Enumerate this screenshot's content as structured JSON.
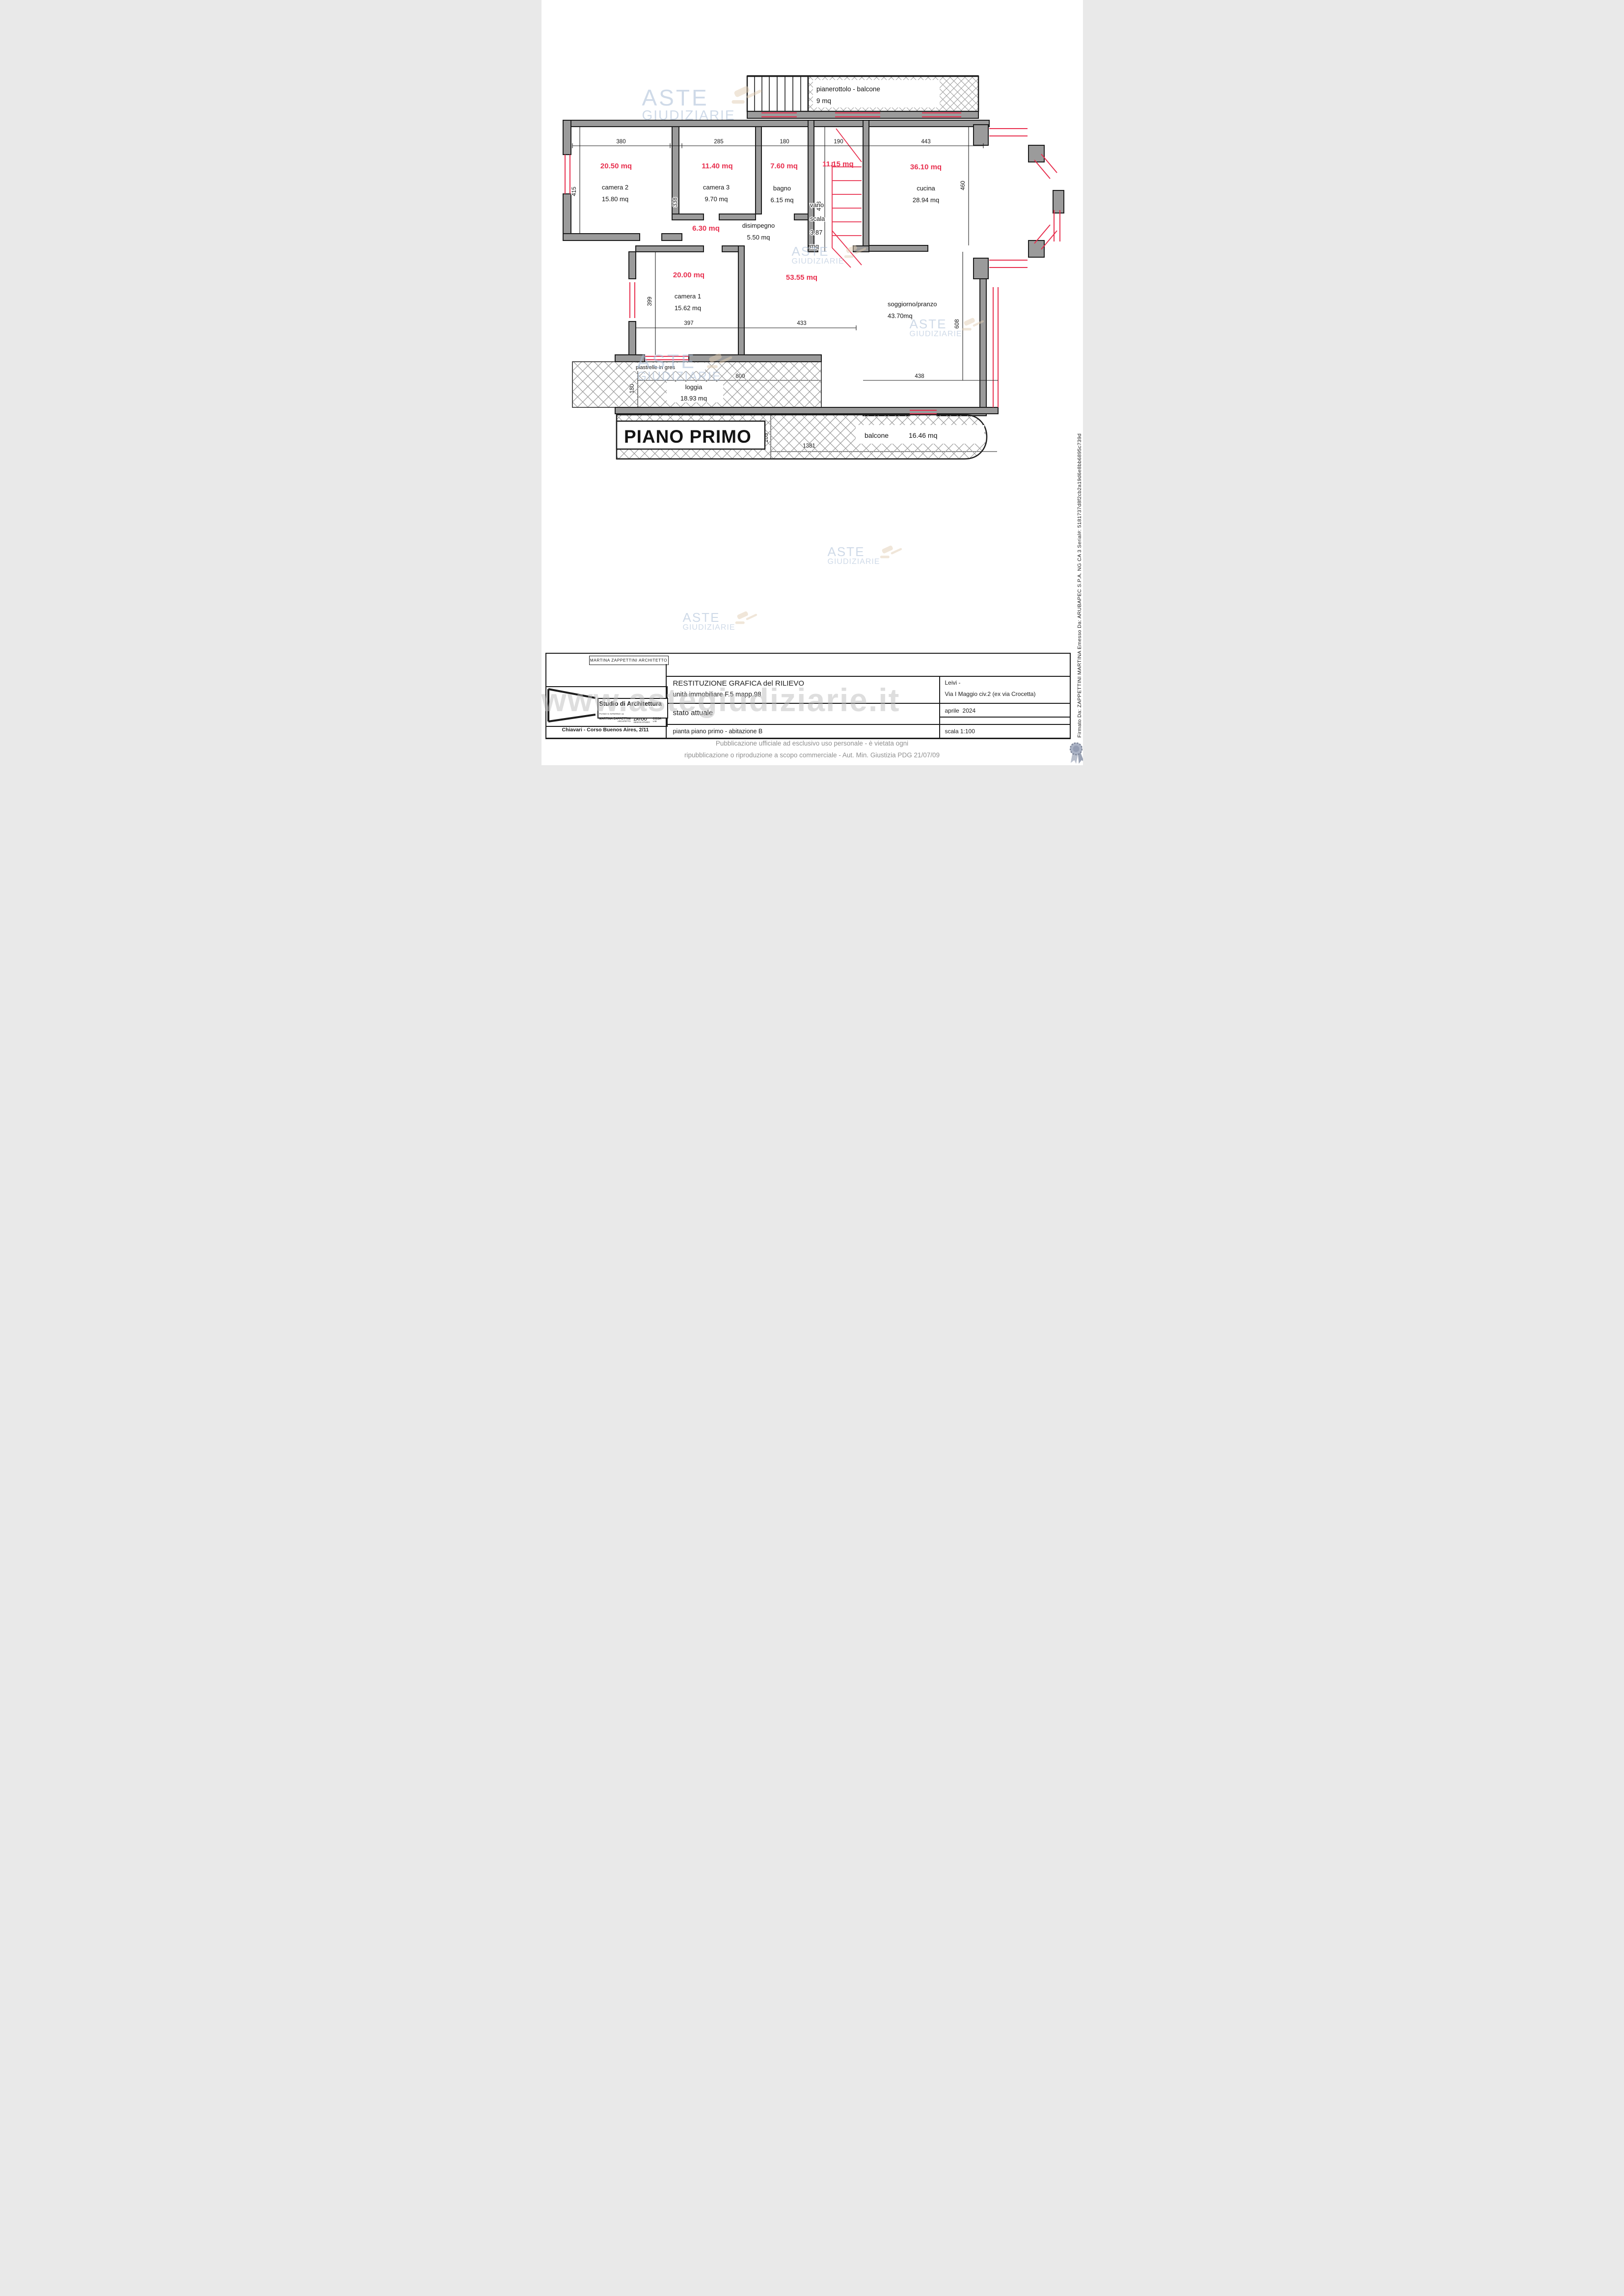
{
  "plan": {
    "floor_label": "PIANO PRIMO",
    "rooms": {
      "pianerottolo": {
        "label": "pianerottolo - balcone",
        "area": "9 mq"
      },
      "camera2": {
        "red": "20.50 mq",
        "label": "camera 2",
        "area": "15.80 mq"
      },
      "camera3": {
        "red": "11.40 mq",
        "label": "camera 3",
        "area": "9.70 mq"
      },
      "bagno": {
        "red": "7.60 mq",
        "label": "bagno",
        "area": "6.15 mq"
      },
      "vano_scala": {
        "red": "11.15 mq",
        "l1": "vano",
        "l2": "scala",
        "l3": "3.87",
        "l4": "mq"
      },
      "cucina": {
        "red": "36.10 mq",
        "label": "cucina",
        "area": "28.94 mq"
      },
      "disimpegno": {
        "red": "6.30 mq",
        "label": "disimpegno",
        "area": "5.50 mq"
      },
      "camera1": {
        "red": "20.00 mq",
        "label": "camera 1",
        "area": "15.62 mq"
      },
      "soggiorno": {
        "red": "53.55 mq",
        "label": "soggiorno/pranzo",
        "area": "43.70mq"
      },
      "loggia": {
        "note": "piastrelle in gres",
        "label": "loggia",
        "area": "18.93 mq"
      },
      "balcone": {
        "label": "balcone",
        "area": "16.46 mq"
      }
    },
    "dims": {
      "w_camera2": "380",
      "w_camera3": "285",
      "w_bagno": "180",
      "w_vano": "190",
      "w_cucina": "443",
      "h_camera2": "415",
      "h_camera3": "338",
      "h_vano": "463",
      "h_cucina": "460",
      "h_camera1": "399",
      "w_camera1": "397",
      "w_span": "433",
      "h_soggiorno": "608",
      "h_loggia": "180",
      "w_loggia": "800",
      "w_soggiorno": "438",
      "h_balcone": "105",
      "w_balcone": "1381"
    }
  },
  "title_block": {
    "architect_header": "MARTINA ZAPPETTINI ARCHITETTO",
    "logo": {
      "studio": "Studio di Architettura",
      "studio_sub": "PIANO 5 INTERNO 11",
      "name": "MARTINA ZAPPETTINI",
      "role": "ARCHITETTO",
      "zatoo": "ZATOO",
      "zatoo_sub": "DESIGN STUDIO",
      "cosa": "COSA",
      "cosa_sub": "LAB"
    },
    "address": "Chiavari - Corso Buenos Aires, 2/11",
    "doc_title": "RESTITUZIONE GRAFICA del RILIEVO",
    "doc_subtitle": "unità immobiliare F.5 mapp.98",
    "doc_state": "stato attuale",
    "doc_sheet": "pianta piano primo - abitazione B",
    "location_line1": "Leivi -",
    "location_line2": "Via I Maggio civ.2 (ex via Crocetta)",
    "date": "aprile  2024",
    "scale": "scala 1:100"
  },
  "footer": {
    "line1": "Pubblicazione ufficiale ad esclusivo uso personale - è vietata ogni",
    "line2": "ripubblicazione o riproduzione a scopo commerciale - Aut. Min. Giustizia PDG 21/07/09"
  },
  "signature": "Firmato Da: ZAPPETTINI MARTINA Emesso Da: ARUBAPEC S.P.A. NG CA 3 Serial#: 5181737d8f2cb2a19d6e8bb6895c739d",
  "watermark": {
    "aste": "ASTE",
    "giudiziarie": "GIUDIZIARIE",
    "url": "www.astegiudiziarie.it"
  },
  "colors": {
    "accent_red": "#e8304f",
    "wall_gray": "#9b9b9b",
    "wall_dark": "#1d1d1d",
    "watermark_blue": "#a9bdd6",
    "gavel_tan": "#e3cfb4"
  }
}
